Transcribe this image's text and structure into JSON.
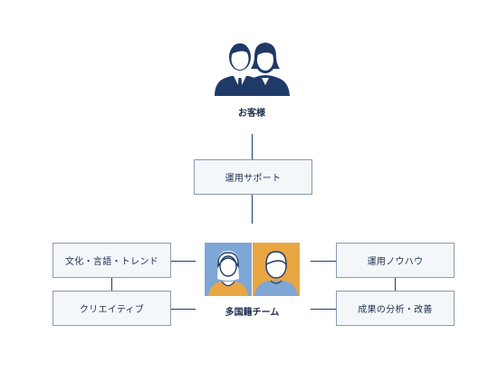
{
  "customer": {
    "label": "お客様",
    "icon": "customers-icon"
  },
  "support": {
    "label": "運用サポート"
  },
  "team": {
    "label": "多国籍チーム",
    "icons": [
      "female-member-photo-icon",
      "male-member-photo-icon"
    ]
  },
  "left_boxes": [
    {
      "label": "文化・言語・トレンド"
    },
    {
      "label": "クリエイティブ"
    }
  ],
  "right_boxes": [
    {
      "label": "運用ノウハウ"
    },
    {
      "label": "成果の分析・改善"
    }
  ],
  "colors": {
    "navy": "#1f3a66",
    "box_border": "#8a9ab0",
    "box_fill": "#f4f7fa",
    "photo_blue": "#7ea7d6",
    "photo_orange": "#e9a643"
  }
}
